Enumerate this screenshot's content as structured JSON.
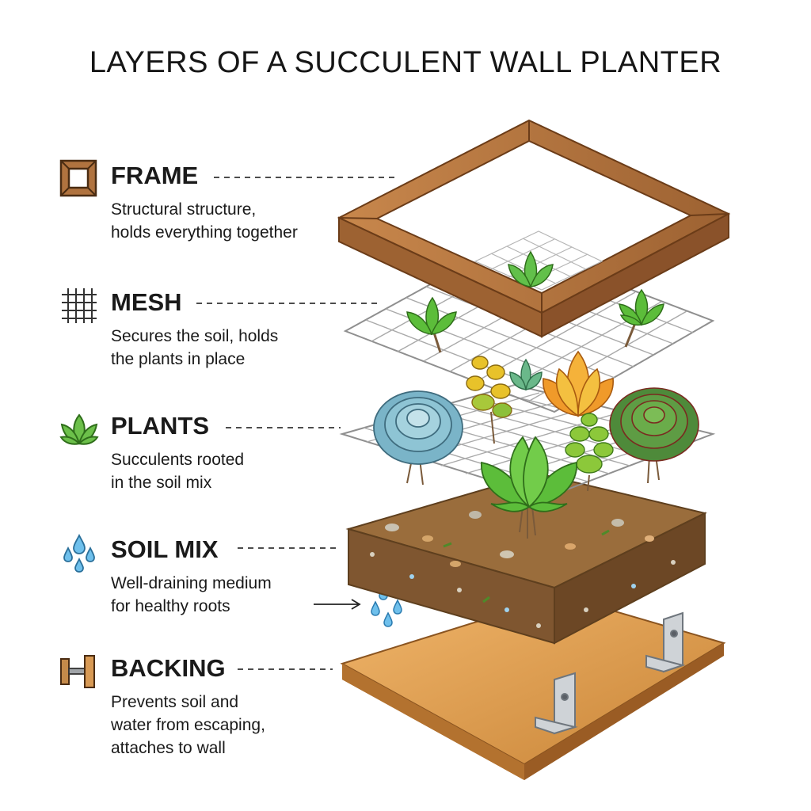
{
  "title": "LAYERS OF A SUCCULENT WALL PLANTER",
  "layers": [
    {
      "label": "FRAME",
      "description": "Structural structure,\nholds everything together",
      "icon": "frame-icon"
    },
    {
      "label": "MESH",
      "description": "Secures the soil, holds\nthe plants in place",
      "icon": "grid-mesh-icon"
    },
    {
      "label": "PLANTS",
      "description": "Succulents rooted\nin the soil mix",
      "icon": "succulent-leaves-icon"
    },
    {
      "label": "SOIL MIX",
      "description": "Well-draining medium\nfor healthy roots",
      "icon": "water-drops-icon"
    },
    {
      "label": "BACKING",
      "description": "Prevents soil and\nwater from escaping,\nattaches to wall",
      "icon": "wall-mount-bracket-icon"
    }
  ],
  "colors": {
    "wood": "#b0733f",
    "wood_dark": "#7e4a22",
    "mesh": "#9a9a9a",
    "soil": "#8a6337",
    "soil_dark": "#5e3f1e",
    "backing": "#e0a25c",
    "water": "#5fb3e6",
    "bracket": "#c9ccd0",
    "plant_green": "#5cbd3a",
    "plant_blue": "#7ab4c8",
    "plant_orange": "#f09a2a",
    "plant_yellow": "#e8c22a",
    "plant_red": "#a54a3a"
  }
}
